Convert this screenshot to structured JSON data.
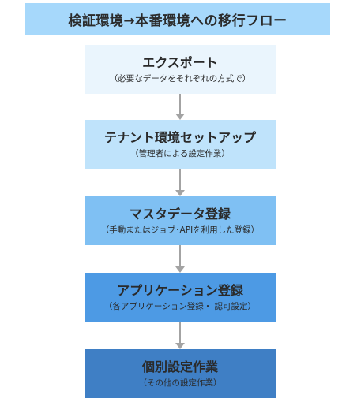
{
  "title": "検証環境→本番環境への移行フロー",
  "steps": [
    {
      "label": "エクスポート",
      "note": "（必要なデータをそれぞれの方式で）"
    },
    {
      "label": "テナント環境セットアップ",
      "note": "（管理者による設定作業）"
    },
    {
      "label": "マスタデータ登録",
      "note": "（手動またはジョブ･APIを利用した登録）"
    },
    {
      "label": "アプリケーション登録",
      "note": "（各アプリケーション登録・ 認可設定）"
    },
    {
      "label": "個別設定作業",
      "note": "（その他の設定作業）"
    }
  ],
  "colors": {
    "title_bg": "#a6d8fb",
    "step_fills": [
      "#eaf5fd",
      "#bfe3fb",
      "#7fc0f3",
      "#4d9ae4",
      "#3f7fc5"
    ],
    "arrow": "#a3a3a3"
  }
}
